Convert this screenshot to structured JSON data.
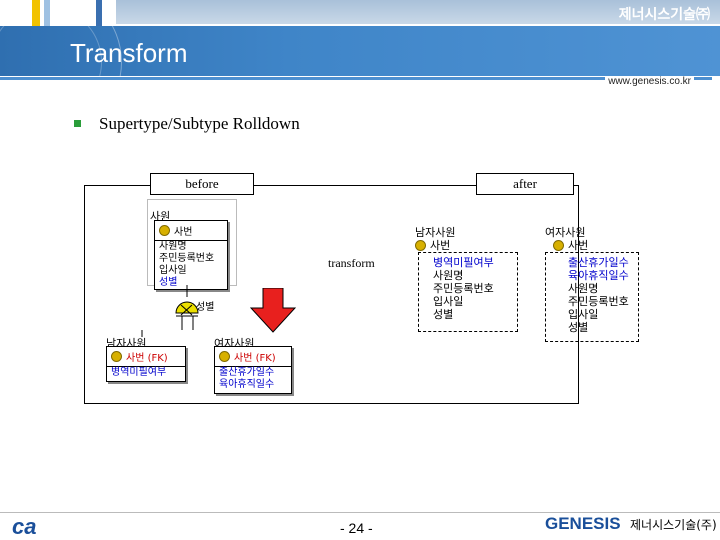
{
  "header": {
    "brand_korean": "제너시스기술㈜",
    "title": "Transform",
    "url": "www.genesis.co.kr"
  },
  "bullet": {
    "text": "Supertype/Subtype Rolldown"
  },
  "diagram": {
    "before_label": "before",
    "after_label": "after",
    "transform_label": "transform",
    "before": {
      "supertype": {
        "name": "사원",
        "key": "사번",
        "attributes": [
          "사원명",
          "주민등록번호",
          "입사일"
        ],
        "discriminator": "성별"
      },
      "subtype_category_label": "성별",
      "subtype1": {
        "name": "남자사원",
        "key": "사번 (FK)",
        "attributes": [
          "병역미필여부"
        ]
      },
      "subtype2": {
        "name": "여자사원",
        "key": "사번 (FK)",
        "attributes": [
          "출산휴가일수",
          "육아휴직일수"
        ]
      }
    },
    "after": {
      "entity1": {
        "name": "남자사원",
        "key": "사번",
        "attributes_blue": [
          "병역미필여부"
        ],
        "attributes": [
          "사원명",
          "주민등록번호",
          "입사일",
          "성별"
        ]
      },
      "entity2": {
        "name": "여자사원",
        "key": "사번",
        "attributes_blue": [
          "출산휴가일수",
          "육아휴직일수"
        ],
        "attributes": [
          "사원명",
          "주민등록번호",
          "입사일",
          "성별"
        ]
      }
    },
    "colors": {
      "arrow": "#e8201e",
      "key_icon": "#d7b000",
      "highlight": "#0000cc"
    }
  },
  "footer": {
    "page": "- 24 -",
    "left_logo": "ca",
    "right_logo": "GENESIS",
    "right_logo_korean": "제너시스기술(주)"
  }
}
